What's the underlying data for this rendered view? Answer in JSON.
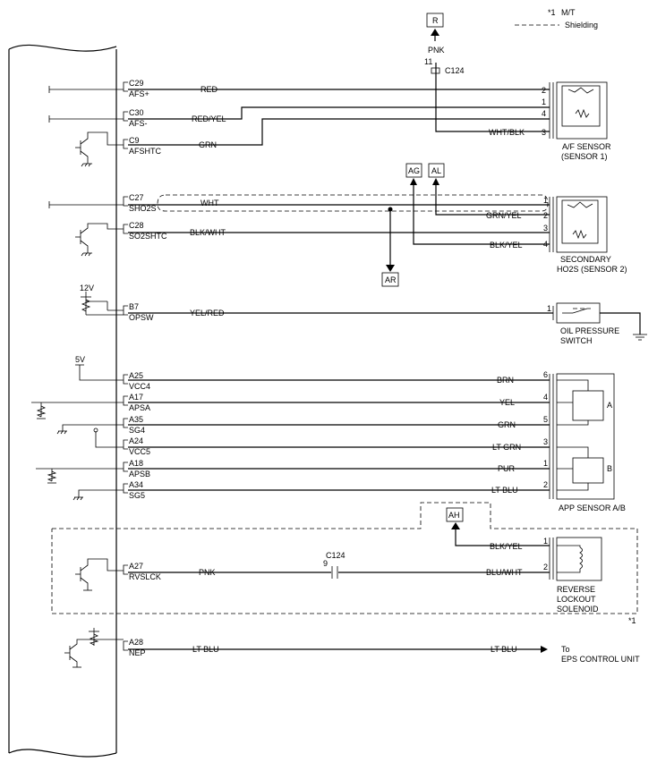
{
  "legend": {
    "note_mark": "*1",
    "note_text": "M/T",
    "shield_label": "Shielding"
  },
  "ecm": {
    "pins": [
      {
        "pin": "C29",
        "signal": "AFS+"
      },
      {
        "pin": "C30",
        "signal": "AFS-"
      },
      {
        "pin": "C9",
        "signal": "AFSHTC"
      },
      {
        "pin": "C27",
        "signal": "SHO2S"
      },
      {
        "pin": "C28",
        "signal": "SO2SHTC"
      },
      {
        "pin": "B7",
        "signal": "OPSW"
      },
      {
        "pin": "A25",
        "signal": "VCC4"
      },
      {
        "pin": "A17",
        "signal": "APSA"
      },
      {
        "pin": "A35",
        "signal": "SG4"
      },
      {
        "pin": "A24",
        "signal": "VCC5"
      },
      {
        "pin": "A18",
        "signal": "APSB"
      },
      {
        "pin": "A34",
        "signal": "SG5"
      },
      {
        "pin": "A27",
        "signal": "RVSLCK"
      },
      {
        "pin": "A28",
        "signal": "NEP"
      }
    ],
    "supply_12v": "12V",
    "supply_5v": "5V"
  },
  "wires": {
    "afs_plus": "RED",
    "afs_minus": "RED/YEL",
    "afshtc": "GRN",
    "r_feed": "PNK",
    "r_return": "WHT/BLK",
    "sho2s": "WHT",
    "ho2s_ag": "GRN/YEL",
    "so2shtc": "BLK/WHT",
    "ho2s_al": "BLK/YEL",
    "opsw": "YEL/RED",
    "app": [
      "BRN",
      "YEL",
      "GRN",
      "LT GRN",
      "PUR",
      "LT BLU"
    ],
    "rvs_ah": "BLK/YEL",
    "rvslck_ecm": "PNK",
    "rvslck_sol": "BLU/WHT",
    "nep_ecm": "LT BLU",
    "nep_out": "LT BLU"
  },
  "connectors": {
    "c124_top": {
      "pin": "11",
      "name": "C124"
    },
    "c124_bottom": {
      "pin": "9",
      "name": "C124"
    }
  },
  "refs": {
    "r": "R",
    "ag": "AG",
    "al": "AL",
    "ar": "AR",
    "ah": "AH"
  },
  "components": {
    "af_sensor": {
      "line1": "A/F SENSOR",
      "line2": "(SENSOR 1)",
      "pins": [
        "2",
        "1",
        "4",
        "3"
      ]
    },
    "ho2s": {
      "line1": "SECONDARY",
      "line2": "HO2S (SENSOR 2)",
      "pins": [
        "1",
        "2",
        "3",
        "4"
      ]
    },
    "oil_switch": {
      "line1": "OIL PRESSURE",
      "line2": "SWITCH",
      "pin": "1"
    },
    "app_sensor": {
      "label": "APP SENSOR A/B",
      "pins": [
        "6",
        "4",
        "5",
        "3",
        "1",
        "2"
      ],
      "a": "A",
      "b": "B"
    },
    "solenoid": {
      "line1": "REVERSE",
      "line2": "LOCKOUT",
      "line3": "SOLENOID",
      "pins": [
        "1",
        "2"
      ]
    },
    "eps": {
      "line1": "To",
      "line2": "EPS CONTROL UNIT"
    },
    "mt_mark": "*1"
  }
}
